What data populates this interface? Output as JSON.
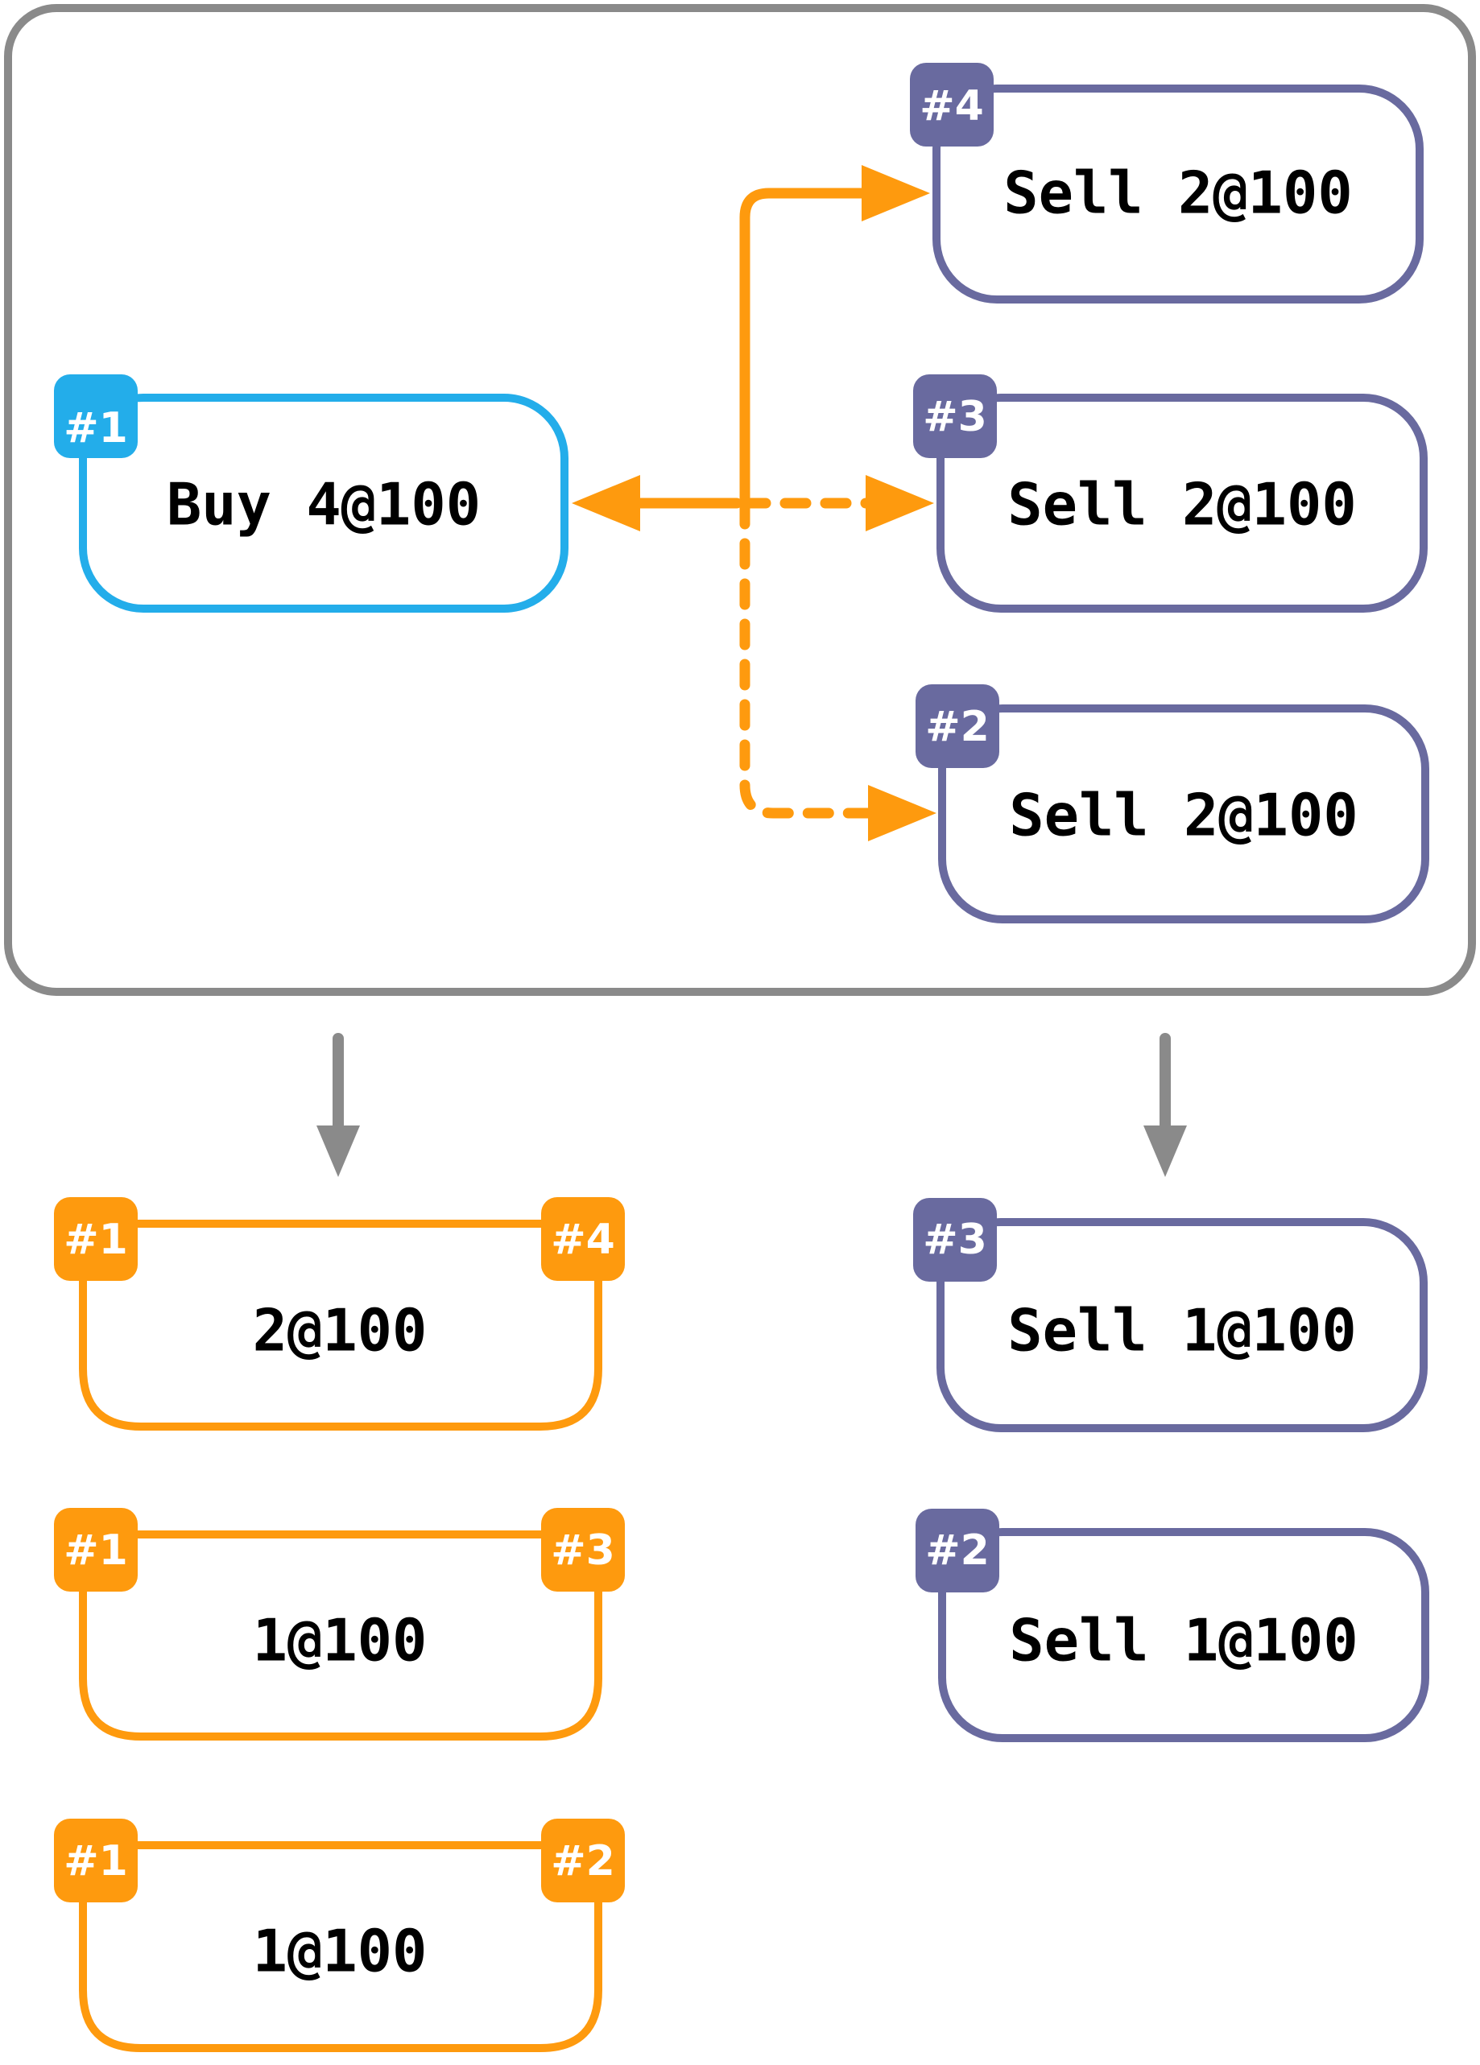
{
  "colors": {
    "buy": "#23adea",
    "sell": "#696a9f",
    "match": "#fe9a0e",
    "frame": "#8a8a8a",
    "text": "#000000",
    "tag_text": "#ffffff"
  },
  "book": {
    "buy_order": {
      "tag": "#1",
      "label": "Buy 4@100"
    },
    "sell_orders": [
      {
        "tag": "#4",
        "label": "Sell 2@100"
      },
      {
        "tag": "#3",
        "label": "Sell 2@100"
      },
      {
        "tag": "#2",
        "label": "Sell 2@100"
      }
    ]
  },
  "trades": [
    {
      "left_tag": "#1",
      "right_tag": "#4",
      "label": "2@100"
    },
    {
      "left_tag": "#1",
      "right_tag": "#3",
      "label": "1@100"
    },
    {
      "left_tag": "#1",
      "right_tag": "#2",
      "label": "1@100"
    }
  ],
  "remaining": [
    {
      "tag": "#3",
      "label": "Sell 1@100"
    },
    {
      "tag": "#2",
      "label": "Sell 1@100"
    }
  ]
}
